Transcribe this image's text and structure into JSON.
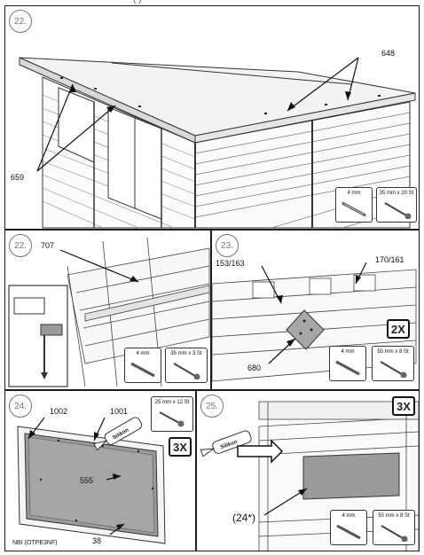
{
  "header": {
    "top_fragment": "( )"
  },
  "panels": {
    "p22a": {
      "step": "22.",
      "labels": {
        "l648": "648",
        "l659": "659"
      },
      "hardware": [
        {
          "label": "4 mm"
        },
        {
          "label": "35 mm x 20 St"
        }
      ]
    },
    "p22b": {
      "step": "22.",
      "labels": {
        "l707": "707"
      },
      "hardware": [
        {
          "label": "4 mm"
        },
        {
          "label": "35 mm x 3 St"
        }
      ]
    },
    "p23": {
      "step": "23.",
      "labels": {
        "l153": "153/163",
        "l170": "170/161",
        "l680": "680"
      },
      "multiplier": "2X",
      "hardware": [
        {
          "label": "4 mm"
        },
        {
          "label": "50 mm x 8 St"
        }
      ]
    },
    "p24": {
      "step": "24.",
      "labels": {
        "l1002": "1002",
        "l1001": "1001",
        "l555": "555",
        "l38": "38"
      },
      "tube": "Silikon",
      "multiplier": "3X",
      "hardware": [
        {
          "label": "25 mm x 12 St"
        }
      ],
      "footer": "NBI (OTPE3NF)"
    },
    "p25": {
      "step": "25.",
      "labels": {
        "l24": "(24*)"
      },
      "tube": "Silikon",
      "multiplier": "3X",
      "hardware": [
        {
          "label": "4 mm"
        },
        {
          "label": "50 mm x 8 St"
        }
      ]
    }
  },
  "icons": [
    "drill-bit-icon",
    "screw-icon",
    "silicone-tube-icon",
    "arrow-icon"
  ]
}
